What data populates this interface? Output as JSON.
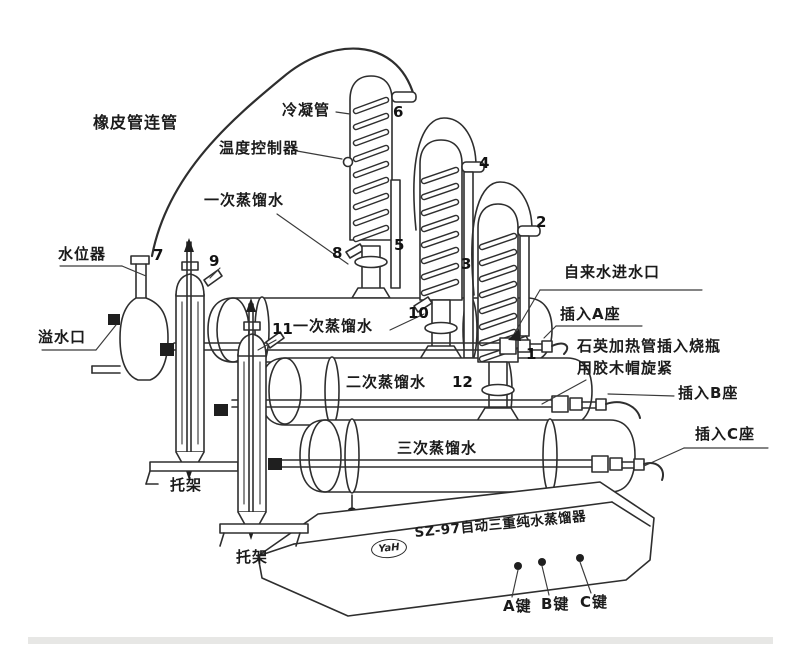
{
  "labels": {
    "rubber_tube": "橡皮管连管",
    "condenser": "冷凝管",
    "temp_controller": "温度控制器",
    "first_distilled_a": "一次蒸馏水",
    "first_distilled_b": "一次蒸馏水",
    "second_distilled": "二次蒸馏水",
    "third_distilled": "三次蒸馏水",
    "water_level": "水位器",
    "overflow": "溢水口",
    "tap_water": "自来水进水口",
    "insert_a": "插入A座",
    "insert_b": "插入B座",
    "insert_c": "插入C座",
    "quartz_1": "石英加热管插入烧瓶",
    "quartz_2": "用胶木帽旋紧",
    "bracket_a": "托架",
    "bracket_b": "托架",
    "model": "SZ-97自动三重纯水蒸馏器",
    "logo": "YaH",
    "key_a": "A键",
    "key_b": "B键",
    "key_c": "C键"
  },
  "markers": {
    "n1": "1",
    "n2": "2",
    "n3": "3",
    "n4": "4",
    "n5": "5",
    "n6": "6",
    "n7": "7",
    "n8": "8",
    "n9": "9",
    "n10": "10",
    "n11": "11",
    "n12": "12"
  },
  "colors": {
    "line": "#2e2e2e",
    "background": "#ffffff",
    "scan_band": "#e7e7e5"
  }
}
